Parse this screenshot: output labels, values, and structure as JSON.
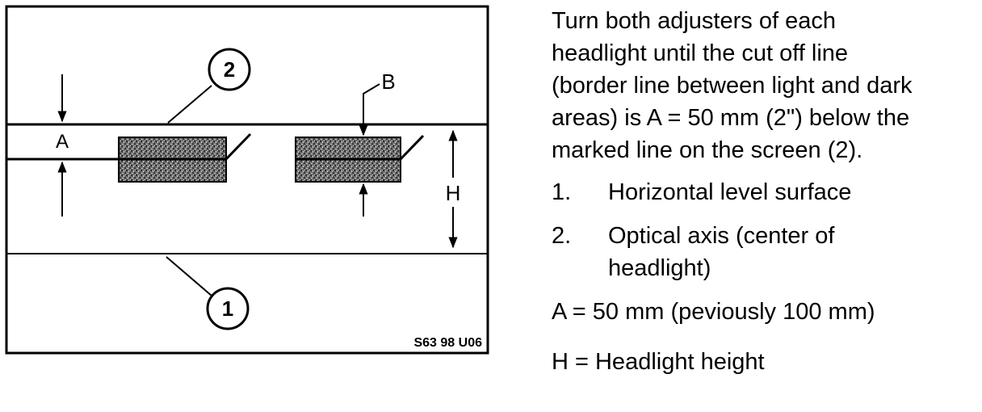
{
  "diagram": {
    "callout_1": "1",
    "callout_2": "2",
    "label_a": "A",
    "label_b": "B",
    "label_h": "H",
    "figure_code": "S63 98 U06"
  },
  "text": {
    "intro_lines": [
      "Turn both adjusters of each",
      "headlight until the cut off line",
      "(border line between light and dark",
      "areas) is A = 50 mm (2\") below the",
      "marked line on the screen (2)."
    ],
    "items": [
      {
        "num": "1.",
        "lines": [
          "Horizontal level surface"
        ]
      },
      {
        "num": "2.",
        "lines": [
          "Optical axis (center of",
          "headlight)"
        ]
      }
    ],
    "def_a": "A = 50 mm (peviously 100 mm)",
    "def_h": "H = Headlight height"
  }
}
